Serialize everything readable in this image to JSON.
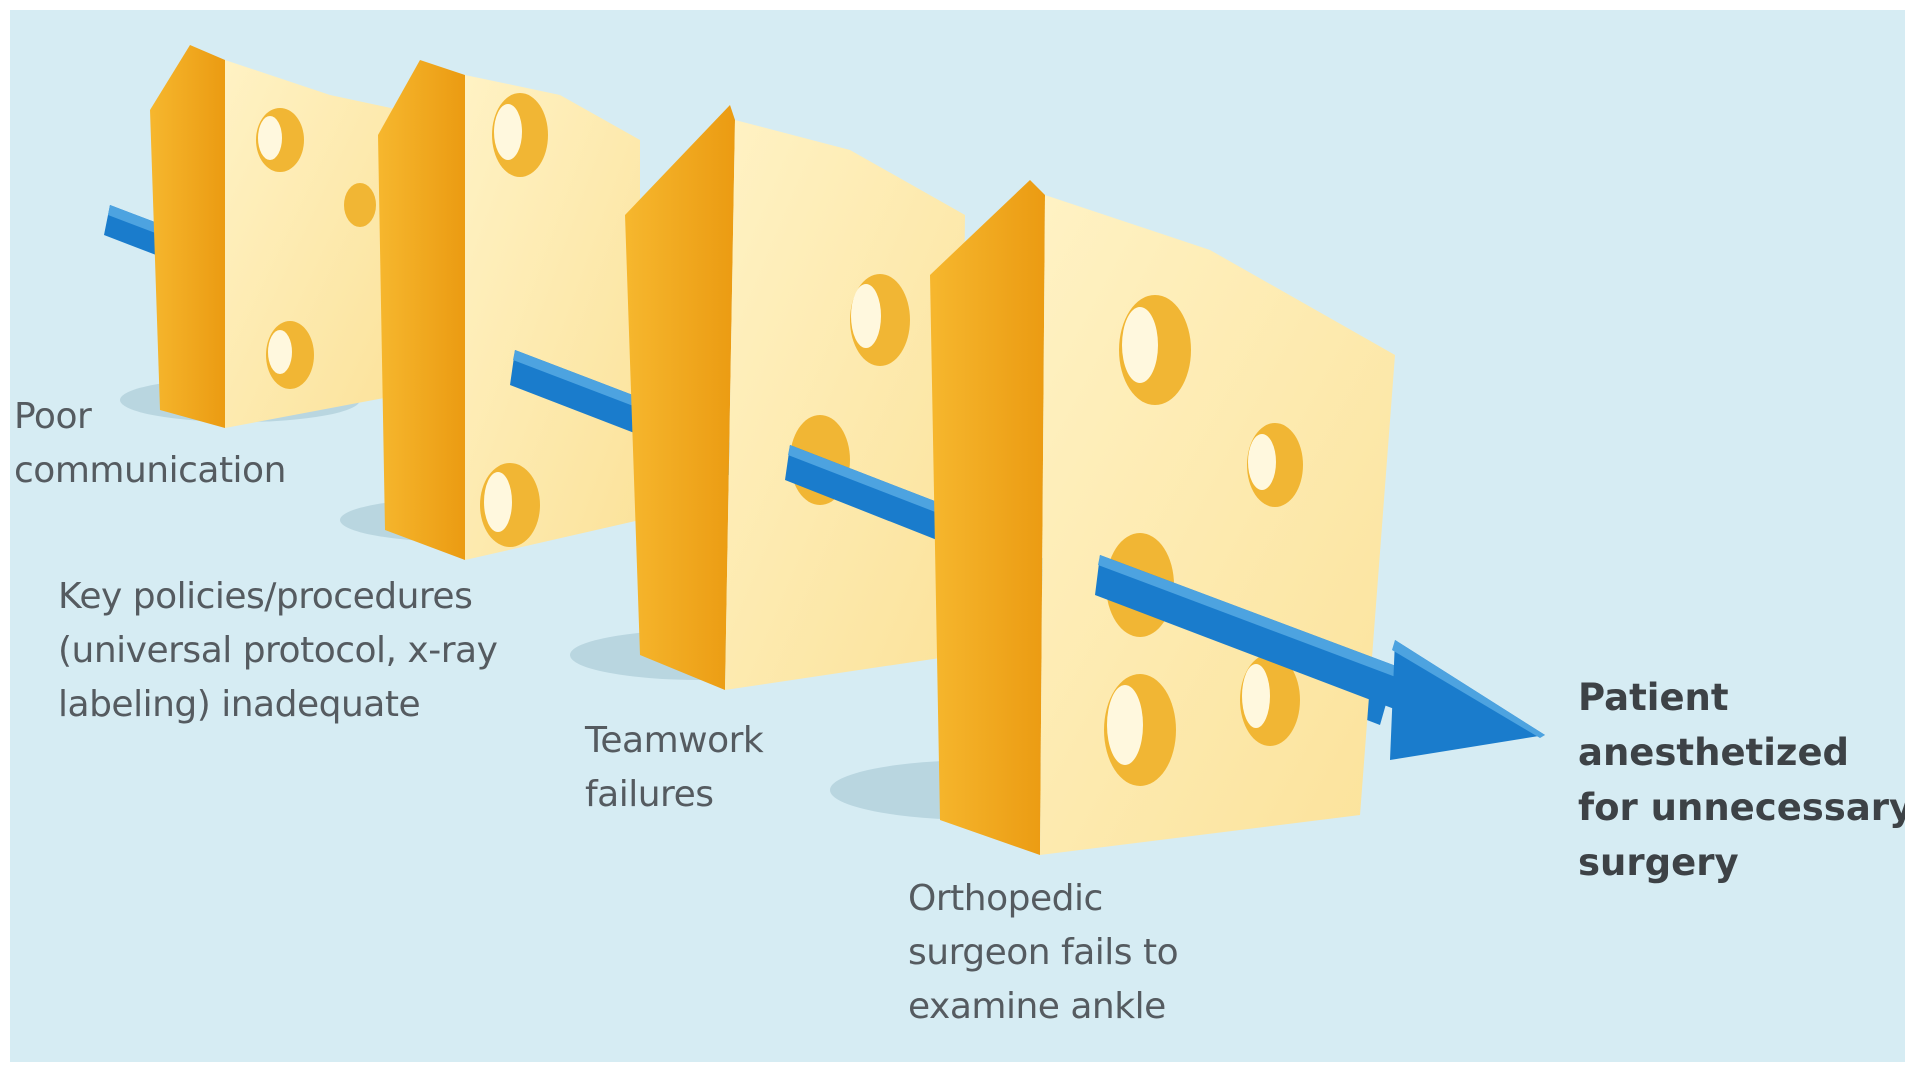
{
  "layers": [
    {
      "lines": [
        "Poor",
        "communication"
      ]
    },
    {
      "lines": [
        "Key policies/procedures",
        "(universal protocol, x-ray",
        "labeling) inadequate"
      ]
    },
    {
      "lines": [
        "Teamwork",
        "failures"
      ]
    },
    {
      "lines": [
        "Orthopedic",
        "surgeon fails to",
        "examine ankle"
      ]
    }
  ],
  "outcome": {
    "lines": [
      "Patient",
      "anesthetized",
      "for unnecessary",
      "surgery"
    ]
  },
  "colors": {
    "background": "#d6ecf3",
    "cheese_face": "#fde8a4",
    "cheese_side": "#f2a91e",
    "cheese_hole": "#f1b634",
    "arrow": "#1a7ccc",
    "text": "#555b60"
  }
}
